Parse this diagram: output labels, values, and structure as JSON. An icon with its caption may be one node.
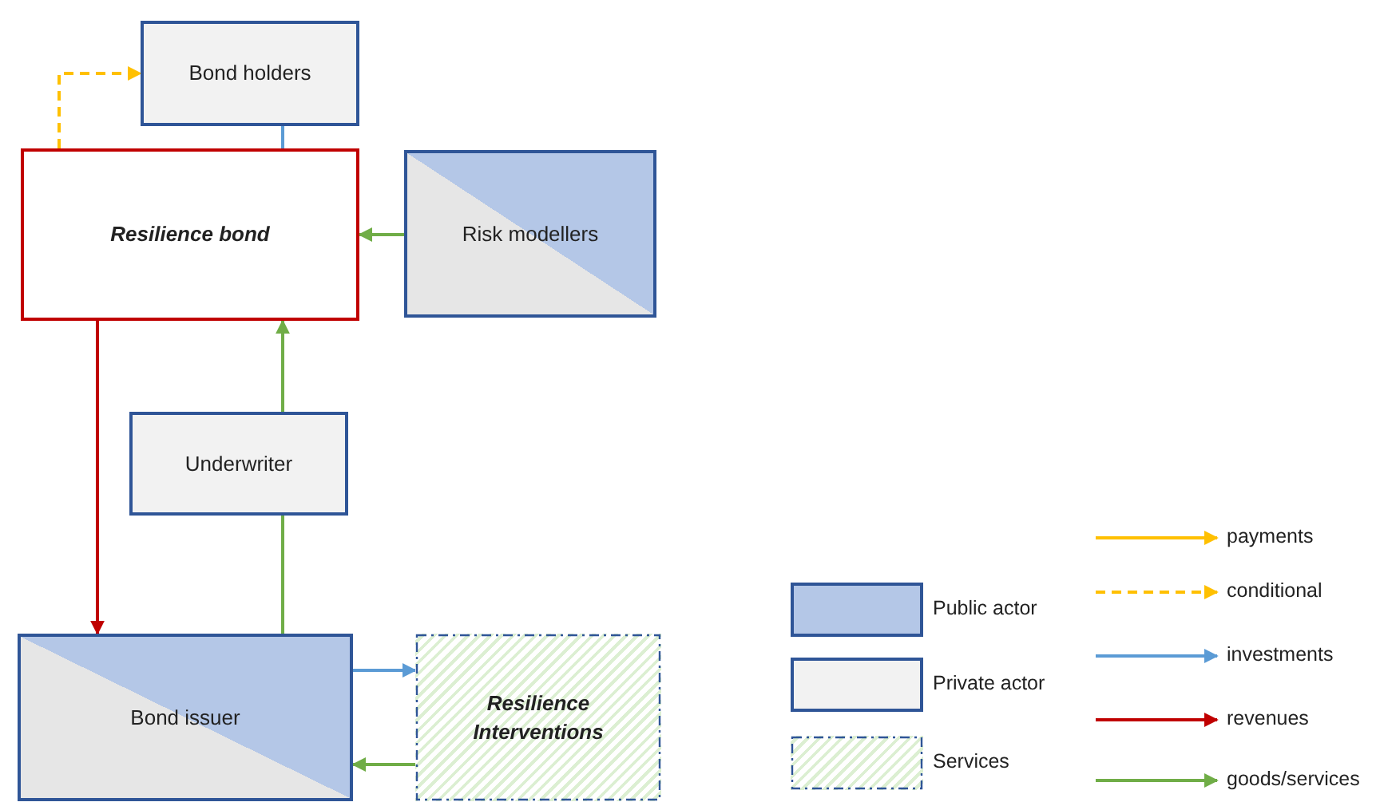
{
  "diagram": {
    "nodes": [
      {
        "text": [
          "Bond holders"
        ]
      },
      {
        "text": [
          "Resilience bond"
        ]
      },
      {
        "text": [
          "Risk modellers"
        ]
      },
      {
        "text": [
          "Underwriter"
        ]
      },
      {
        "text": [
          "Bond issuer"
        ]
      },
      {
        "text": [
          "Resilience Interventions"
        ]
      }
    ],
    "edges": [
      {
        "from": 1,
        "to": 0,
        "arrow": "to",
        "style": "dashed",
        "color": "#ffc000"
      },
      {
        "from": 0,
        "to": 1,
        "arrow": "none",
        "color": "#5b9bd5"
      },
      {
        "from": 2,
        "to": 1,
        "arrow": "to"
      },
      {
        "from": 1,
        "to": 4,
        "arrow": "to",
        "color": "#c00000"
      },
      {
        "from": 3,
        "to": 1,
        "arrow": "to"
      },
      {
        "from": 4,
        "to": 3,
        "arrow": "none"
      },
      {
        "from": 4,
        "to": 5,
        "arrow": "to",
        "color": "#5b9bd5"
      },
      {
        "from": 5,
        "to": 4,
        "arrow": "to"
      }
    ],
    "legend": [
      {
        "text": "Public actor",
        "color": "#b4c7e7"
      },
      {
        "text": "Private actor",
        "color": "#f2f2f2"
      },
      {
        "text": "Services"
      },
      {
        "text": "payments"
      },
      {
        "text": "conditional"
      },
      {
        "text": "investments"
      },
      {
        "text": "revenues"
      },
      {
        "text": "goods/services"
      }
    ]
  }
}
